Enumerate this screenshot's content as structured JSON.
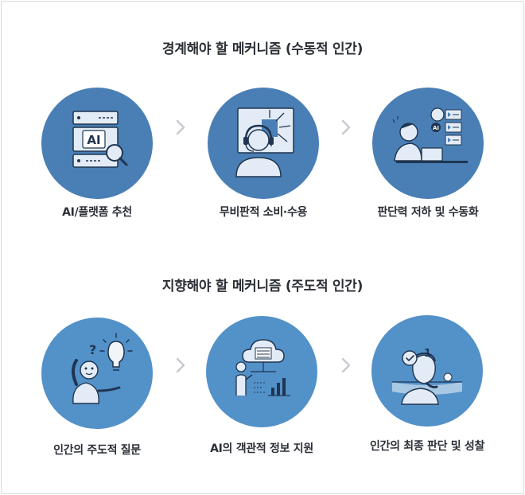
{
  "section1": {
    "title": "경계해야 할 메커니즘 (수동적 인간)",
    "steps": [
      {
        "label": "AI/플랫폼 추천",
        "icon": "ai-server-search-icon"
      },
      {
        "label": "무비판적 소비·수용",
        "icon": "headset-user-screen-icon"
      },
      {
        "label": "판단력 저하 및 수동화",
        "icon": "tired-user-laptop-icon"
      }
    ]
  },
  "section2": {
    "title": "지향해야 할 메커니즘 (주도적 인간)",
    "steps": [
      {
        "label": "인간의 주도적 질문",
        "icon": "question-lightbulb-person-icon"
      },
      {
        "label": "AI의 객관적 정보 지원",
        "icon": "cloud-data-chart-icon"
      },
      {
        "label": "인간의 최종 판단 및 성찰",
        "icon": "thinking-person-check-icon"
      }
    ]
  },
  "icon_text": {
    "ai": "AI",
    "question": "?",
    "one": "1"
  },
  "colors": {
    "circle": "#4a7fb5",
    "circle_light": "#5391c9",
    "icon_bg": "#e3ecf6",
    "chevron": "#c7cbd1"
  }
}
